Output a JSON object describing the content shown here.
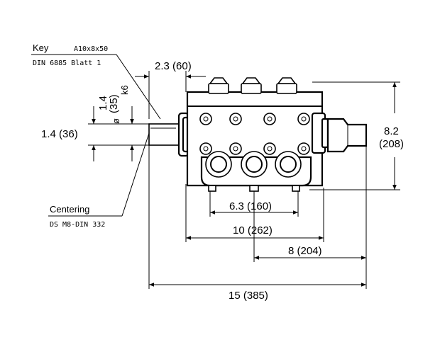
{
  "labels": {
    "key_title": "Key",
    "key_spec": "A10x8x50",
    "key_std": "DIN 6885 Blatt 1",
    "centering_title": "Centering",
    "centering_std": "DS M8-DIN 332",
    "shaft_tol_1": "1.4",
    "shaft_tol_2": "(35)",
    "shaft_tol_3": "k6",
    "shaft_dia_symbol": "ø"
  },
  "dimensions": {
    "shaft_length": "2.3 (60)",
    "shaft_height": "1.4 (36)",
    "total_height_1": "8.2",
    "total_height_2": "(208)",
    "mount_width": "6.3 (160)",
    "body_width": "10 (262)",
    "side_offset": "8 (204)",
    "overall_length": "15 (385)"
  }
}
